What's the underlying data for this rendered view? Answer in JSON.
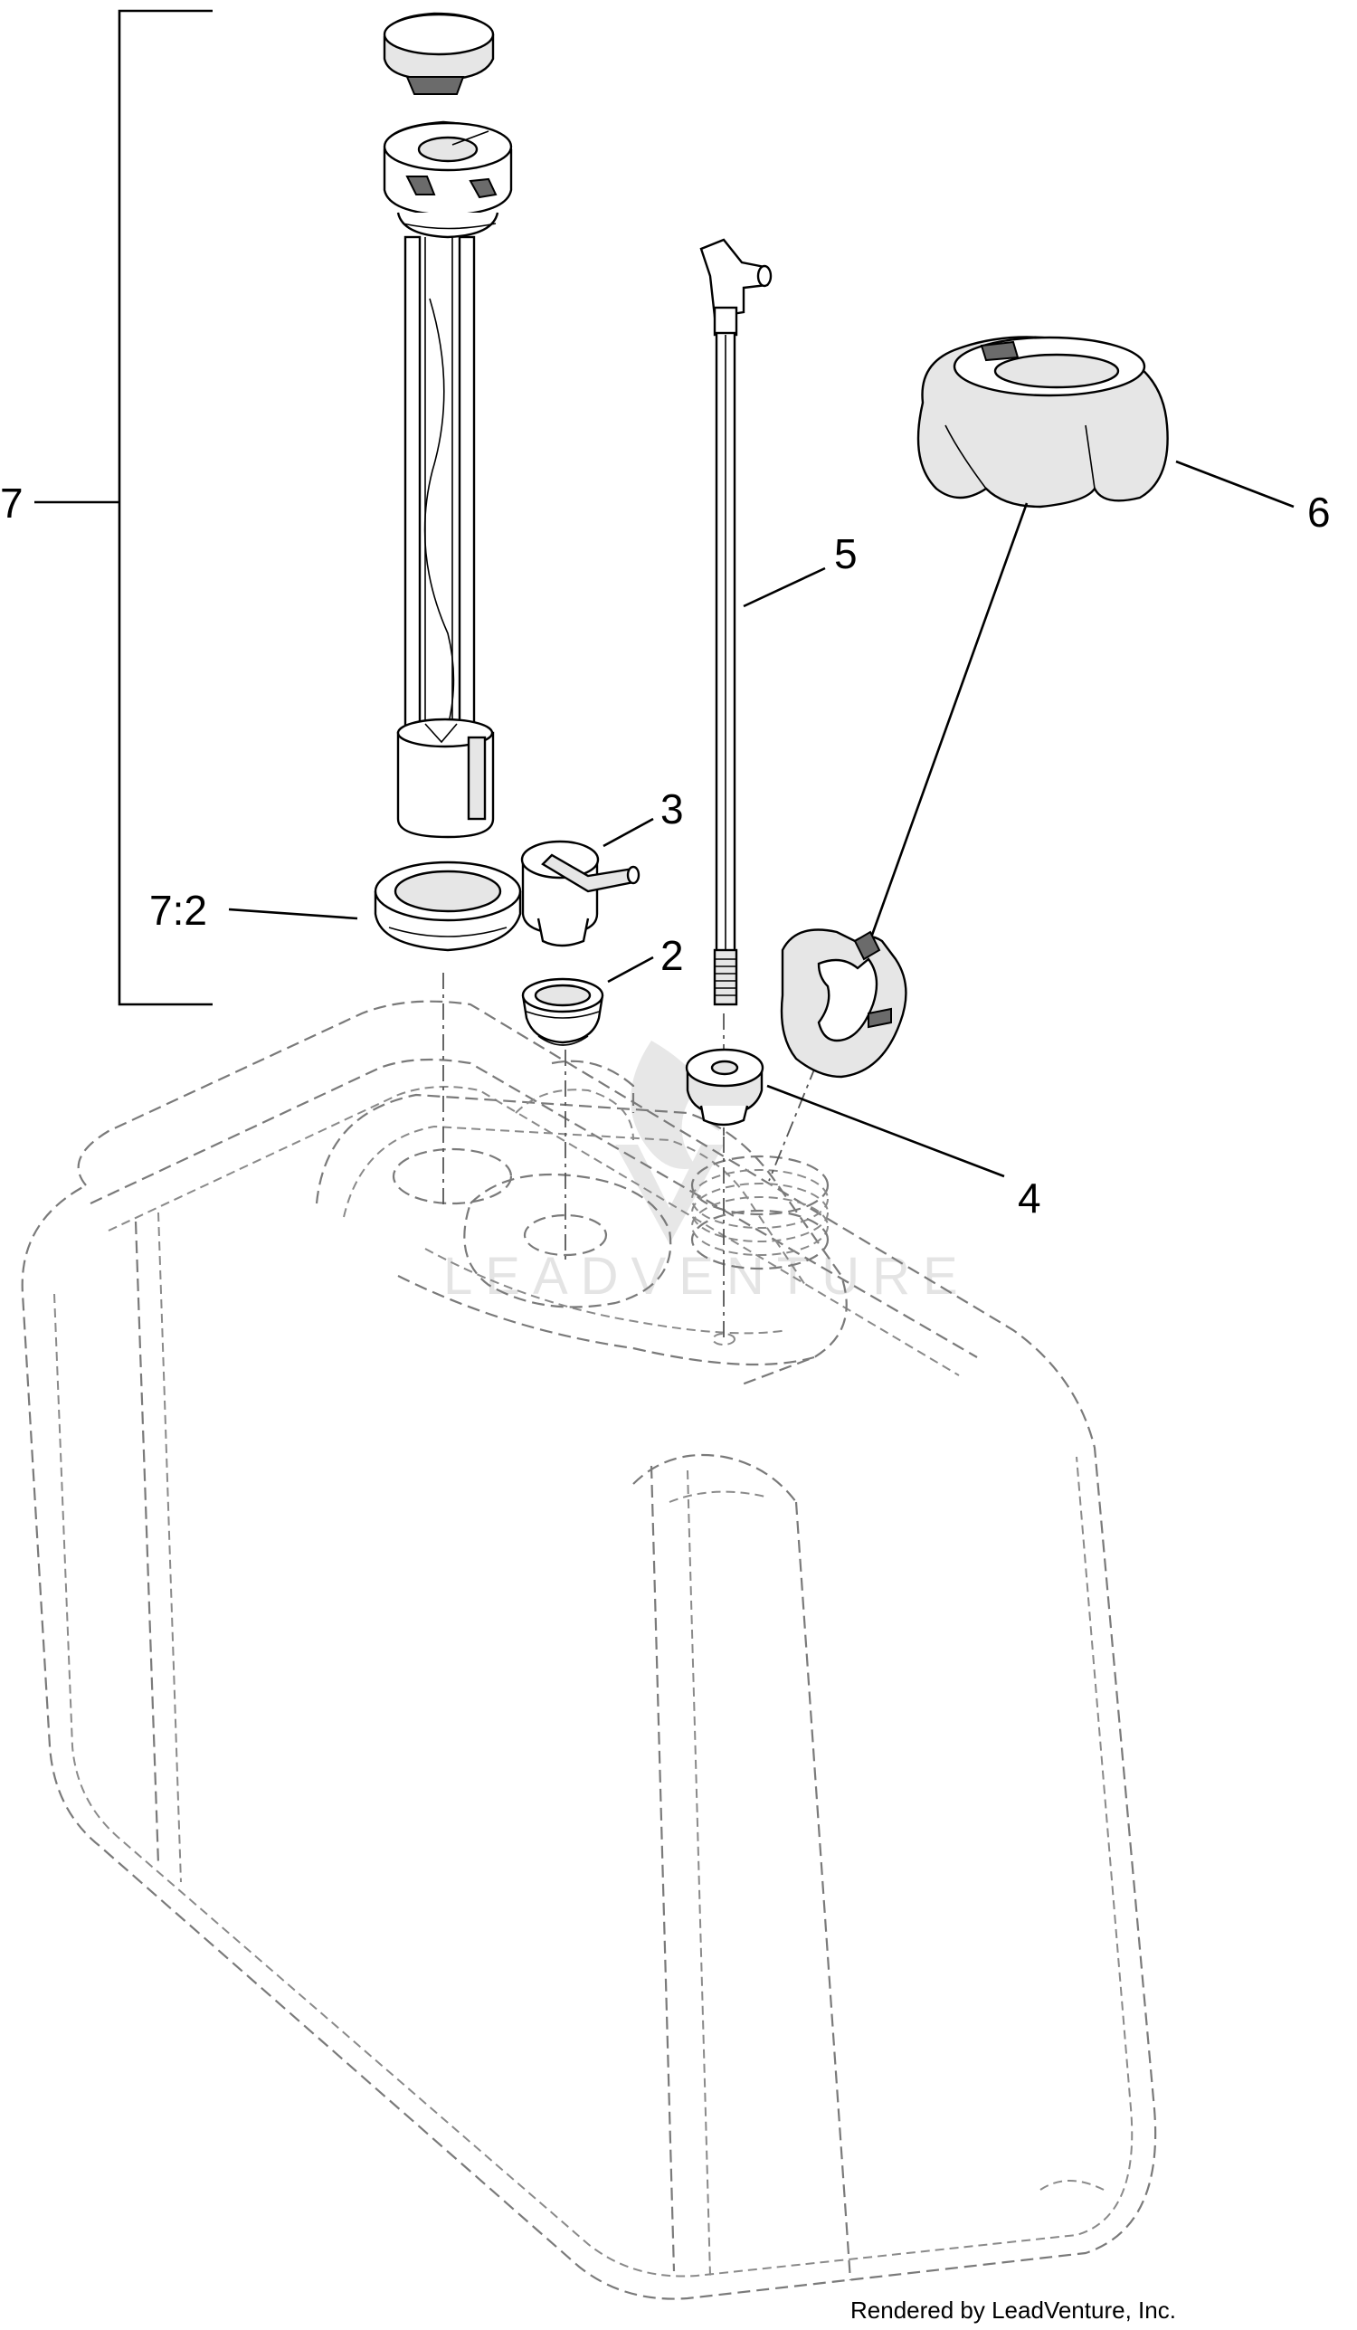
{
  "diagram": {
    "callouts": [
      {
        "id": "7",
        "label": "7"
      },
      {
        "id": "6",
        "label": "6"
      },
      {
        "id": "5",
        "label": "5"
      },
      {
        "id": "3",
        "label": "3"
      },
      {
        "id": "7-2",
        "label": "7:2"
      },
      {
        "id": "2",
        "label": "2"
      },
      {
        "id": "4",
        "label": "4"
      }
    ],
    "watermark": "LEADVENTURE",
    "footer": "Rendered by LeadVenture, Inc."
  }
}
